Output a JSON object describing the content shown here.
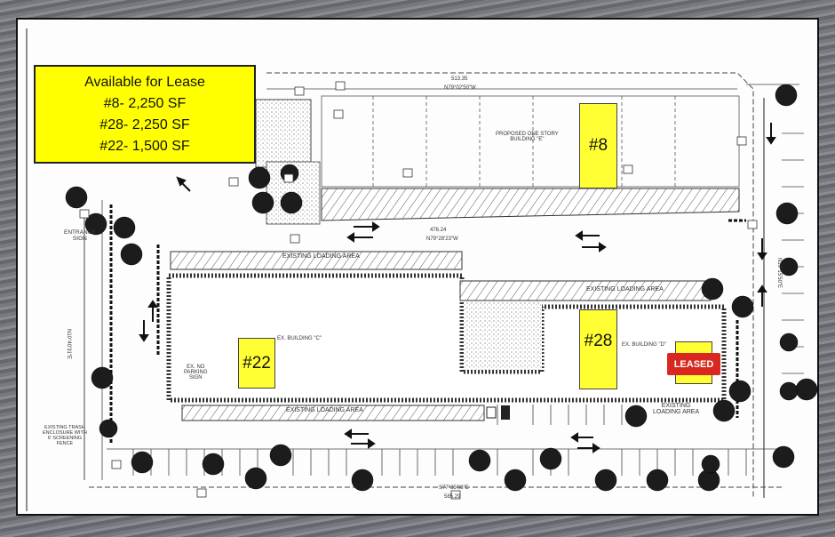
{
  "lease_box": {
    "heading": "Available for Lease",
    "lines": [
      "#8- 2,250 SF",
      "#28- 2,250 SF",
      "#22- 1,500 SF"
    ]
  },
  "units": [
    {
      "id": "#8"
    },
    {
      "id": "#28"
    },
    {
      "id": "#22"
    }
  ],
  "leased_tag": "LEASED",
  "plan_labels": {
    "existing_loading_top": "EXISTING LOADING AREA",
    "existing_loading_bottom": "EXISTING LOADING AREA",
    "existing_loading_right": "EXISTING LOADING AREA",
    "existing_loading_corner": "EXISTING\nLOADING AREA",
    "building_c": "EX. BUILDING \"C\"",
    "building_d": "EX. BUILDING \"D\"",
    "proposed": "PROPOSED ONE STORY\nBUILDING \"E\"",
    "entrance_sign": "ENTRANCE\nSIGN",
    "trash": "EXISTING TRASH\nENCLOSURE WITH\n6' SCREENING\nFENCE",
    "no_parking": "EX. NO\nPARKING\nSIGN",
    "dim_top": "N79°02'50\"W",
    "dim_mid": "N79°28'23\"W",
    "dim_bottom": "S77°35'08\"E",
    "len_top": "513.35",
    "len_mid": "476.24",
    "len_bottom": "585.29",
    "left_bearing": "N10°40'31\"E",
    "right_bearing": "N10°15'50\"E"
  },
  "colors": {
    "callout": "#ffff00",
    "unit": "#ffff33",
    "leased": "#d8281f"
  }
}
